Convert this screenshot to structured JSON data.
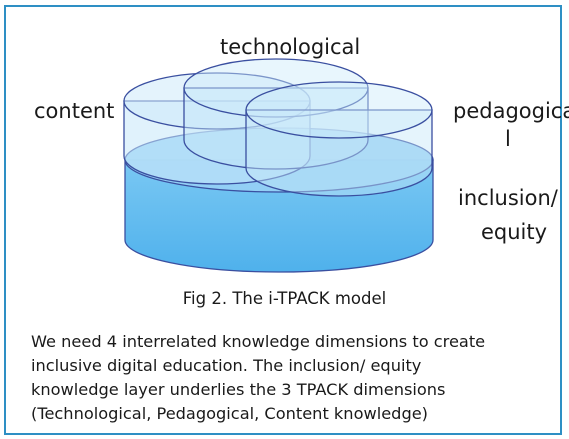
{
  "diagram": {
    "labels": {
      "technological": "technological",
      "content": "content",
      "pedagogical_line1": "pedagogica",
      "pedagogical_line2": "l",
      "inclusion_line1": "inclusion/",
      "inclusion_line2": "equity"
    },
    "caption": "Fig 2. The i-TPACK model"
  },
  "description": {
    "lines": [
      "We need 4 interrelated knowledge dimensions to create",
      "inclusive digital education. The inclusion/ equity",
      "knowledge layer underlies the 3 TPACK  dimensions",
      "(Technological, Pedagogical, Content knowledge)"
    ]
  },
  "colors": {
    "frame": "#2e8fc4",
    "base_cylinder": "#64bdf0",
    "base_top": "#9ad4f5",
    "tpack_cylinders": "#bfe4f8",
    "outline": "#3a4fa0"
  }
}
